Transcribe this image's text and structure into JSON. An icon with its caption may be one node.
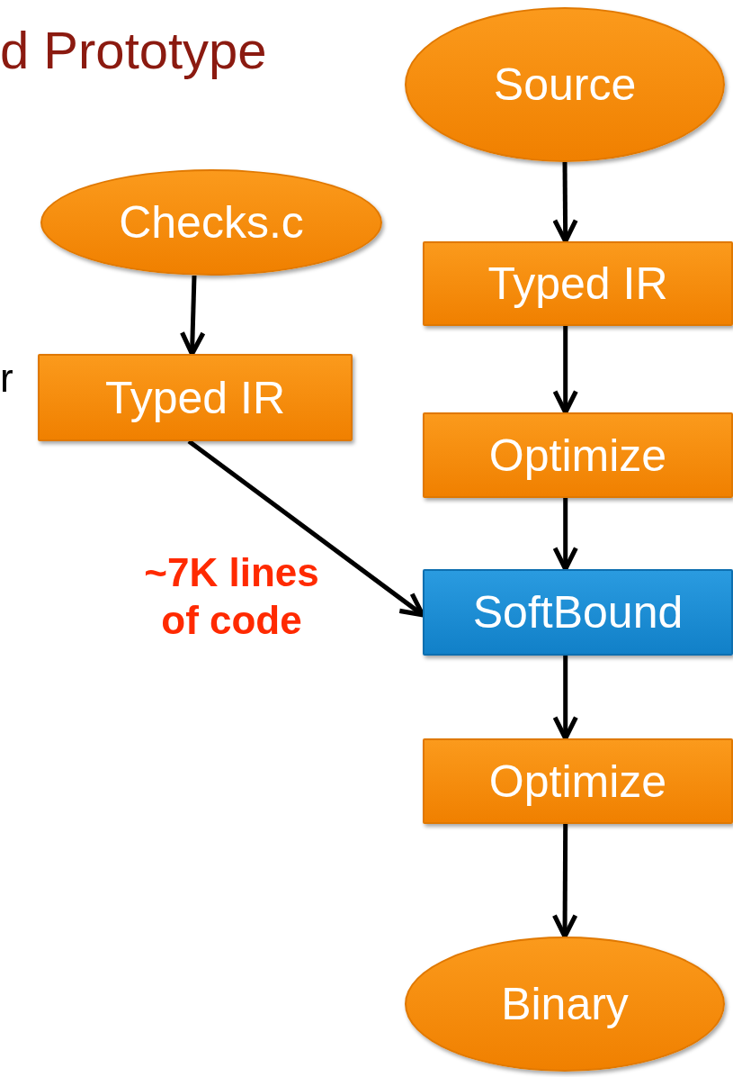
{
  "diagram": {
    "title": "d Prototype",
    "nodes": [
      {
        "text": [
          "Source"
        ]
      },
      {
        "text": [
          "Checks.c"
        ]
      },
      {
        "text": [
          "Typed IR"
        ]
      },
      {
        "text": [
          "Typed IR"
        ]
      },
      {
        "text": [
          "Optimize"
        ]
      },
      {
        "text": [
          "SoftBound"
        ]
      },
      {
        "text": [
          "Optimize"
        ]
      },
      {
        "text": [
          "Binary"
        ]
      }
    ],
    "edges": [
      {
        "from": 0,
        "to": 2,
        "arrow": "to"
      },
      {
        "from": 1,
        "to": 3,
        "arrow": "to"
      },
      {
        "from": 2,
        "to": 4,
        "arrow": "to"
      },
      {
        "from": 4,
        "to": 5,
        "arrow": "to"
      },
      {
        "from": 3,
        "to": 5,
        "arrow": "to",
        "label": "~7K lines of code"
      },
      {
        "from": 5,
        "to": 6,
        "arrow": "to"
      },
      {
        "from": 6,
        "to": 7,
        "arrow": "to"
      }
    ],
    "labels": [
      "r"
    ]
  }
}
